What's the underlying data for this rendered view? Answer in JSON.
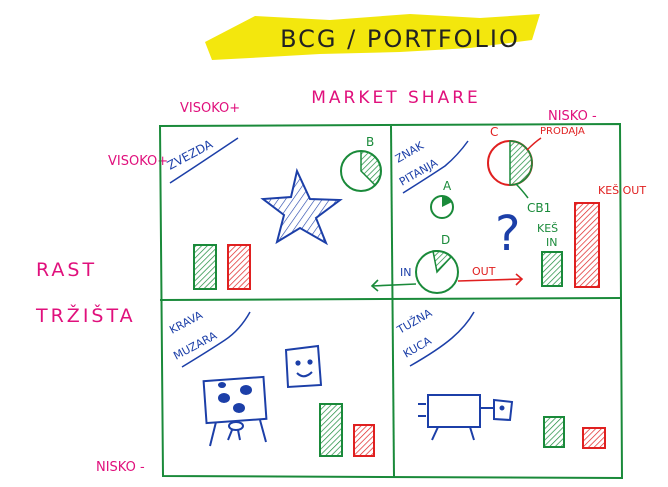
{
  "title": "BCG / PORTFOLIO",
  "x_axis": {
    "label": "MARKET SHARE",
    "high": "VISOKO+",
    "low": "NISKO -"
  },
  "y_axis": {
    "label_line1": "RAST",
    "label_line2": "TRŽIŠTA",
    "high": "VISOKO+",
    "low": "NISKO -"
  },
  "quadrants": {
    "top_left": "ZVEZDA",
    "top_right_line1": "ZNAK",
    "top_right_line2": "PITANJA",
    "bottom_left_line1": "KRAVA",
    "bottom_left_line2": "MUZARA",
    "bottom_right_line1": "TUŽNA",
    "bottom_right_line2": "KUCA"
  },
  "labels": {
    "b": "B",
    "a": "A",
    "c": "C",
    "d": "D",
    "prodaja": "PRODAJA",
    "cb1": "CB1",
    "kes_in_line1": "KEŠ",
    "kes_in_line2": "IN",
    "kes_out": "KEŠ OUT",
    "in": "IN",
    "out": "OUT",
    "question": "?"
  },
  "colors": {
    "highlight": "#f2e600",
    "frame": "#1a8a3a",
    "magenta": "#e0107c",
    "blue": "#1c3fa8",
    "red": "#e02020",
    "green": "#1a8a3a"
  }
}
